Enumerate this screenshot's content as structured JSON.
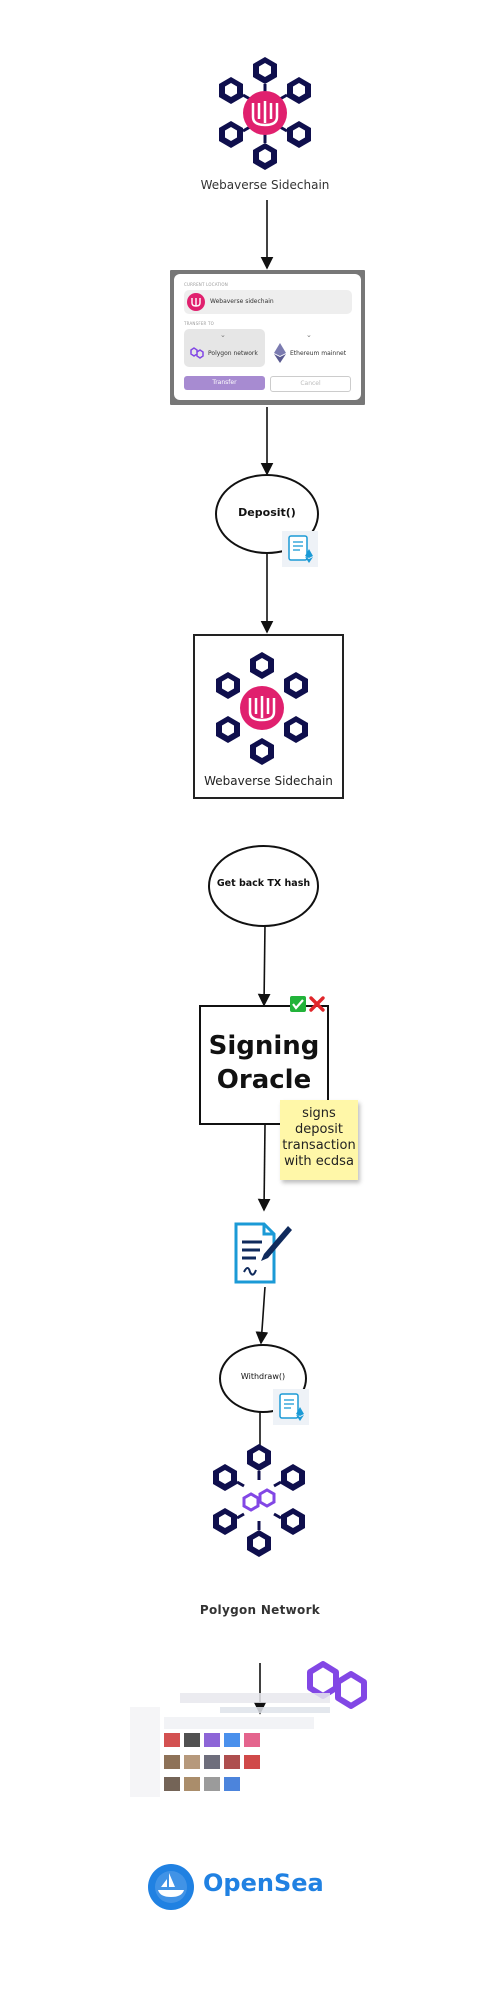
{
  "nodes": {
    "sidechain_top": "Webaverse Sidechain",
    "deposit": "Deposit()",
    "sidechain_box": "Webaverse Sidechain",
    "get_hash": "Get back TX hash",
    "oracle_line1": "Signing",
    "oracle_line2": "Oracle",
    "withdraw": "Withdraw()",
    "polygon": "Polygon Network",
    "opensea": "OpenSea"
  },
  "sticky_note": {
    "lines": [
      "signs",
      "deposit",
      "transaction",
      "with ecdsa"
    ]
  },
  "transfer_card": {
    "current_location_label": "CURRENT LOCATION",
    "current_location": "Webaverse sidechain",
    "transfer_to_label": "TRANSFER TO",
    "option_polygon": "Polygon network",
    "option_ethereum": "Ethereum mainnet",
    "transfer_button": "Transfer",
    "cancel_button": "Cancel"
  },
  "colors": {
    "hex_navy": "#0f0f4d",
    "webaverse_pink": "#e0206e",
    "polygon_purple": "#8247e5",
    "opensea_blue": "#2081e2",
    "sticky": "#fff7a8"
  },
  "icons": [
    "hex-cube-network-icon",
    "contract-ethereum-icon",
    "document-signature-icon",
    "check-icon",
    "cross-icon",
    "polygon-logo-icon",
    "opensea-logo-icon",
    "ethereum-icon"
  ]
}
